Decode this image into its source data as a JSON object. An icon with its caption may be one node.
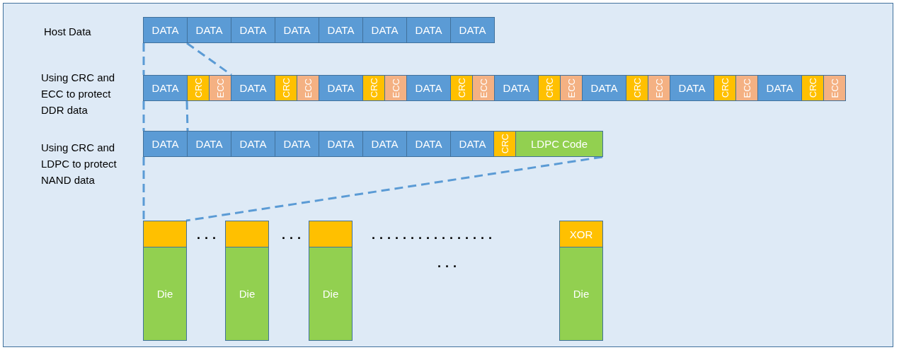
{
  "diagram": {
    "nodes": [
      {
        "text": [
          "DATA"
        ]
      },
      {
        "text": [
          "DATA"
        ]
      },
      {
        "text": [
          "DATA"
        ]
      },
      {
        "text": [
          "DATA"
        ]
      },
      {
        "text": [
          "DATA"
        ]
      },
      {
        "text": [
          "DATA"
        ]
      },
      {
        "text": [
          "DATA"
        ]
      },
      {
        "text": [
          "DATA"
        ]
      },
      {
        "text": [
          "DATA"
        ]
      },
      {
        "text": [
          "CRC"
        ]
      },
      {
        "text": [
          "ECC"
        ]
      },
      {
        "text": [
          "DATA"
        ]
      },
      {
        "text": [
          "CRC"
        ]
      },
      {
        "text": [
          "ECC"
        ]
      },
      {
        "text": [
          "DATA"
        ]
      },
      {
        "text": [
          "CRC"
        ]
      },
      {
        "text": [
          "ECC"
        ]
      },
      {
        "text": [
          "DATA"
        ]
      },
      {
        "text": [
          "CRC"
        ]
      },
      {
        "text": [
          "ECC"
        ]
      },
      {
        "text": [
          "DATA"
        ]
      },
      {
        "text": [
          "CRC"
        ]
      },
      {
        "text": [
          "ECC"
        ]
      },
      {
        "text": [
          "DATA"
        ]
      },
      {
        "text": [
          "CRC"
        ]
      },
      {
        "text": [
          "ECC"
        ]
      },
      {
        "text": [
          "DATA"
        ]
      },
      {
        "text": [
          "CRC"
        ]
      },
      {
        "text": [
          "ECC"
        ]
      },
      {
        "text": [
          "DATA"
        ]
      },
      {
        "text": [
          "CRC"
        ]
      },
      {
        "text": [
          "ECC"
        ]
      },
      {
        "text": [
          "DATA"
        ]
      },
      {
        "text": [
          "DATA"
        ]
      },
      {
        "text": [
          "DATA"
        ]
      },
      {
        "text": [
          "DATA"
        ]
      },
      {
        "text": [
          "DATA"
        ]
      },
      {
        "text": [
          "DATA"
        ]
      },
      {
        "text": [
          "DATA"
        ]
      },
      {
        "text": [
          "DATA"
        ]
      },
      {
        "text": [
          "CRC"
        ]
      },
      {
        "text": [
          "LDPC Code"
        ]
      },
      {
        "text": [],
        "shape": "box"
      },
      {
        "text": [
          "Die"
        ]
      },
      {
        "text": [],
        "shape": "box"
      },
      {
        "text": [
          "Die"
        ]
      },
      {
        "text": [],
        "shape": "box"
      },
      {
        "text": [
          "Die"
        ]
      },
      {
        "text": [
          "XOR"
        ]
      },
      {
        "text": [
          "Die"
        ]
      }
    ],
    "edges": [
      {
        "from": 0,
        "to": 8,
        "arrow": "none",
        "style": "dashed"
      },
      {
        "from": 0,
        "to": 11,
        "arrow": "none",
        "style": "dashed"
      },
      {
        "from": 8,
        "to": 32,
        "arrow": "none",
        "style": "dashed"
      },
      {
        "from": 8,
        "to": 33,
        "arrow": "none",
        "style": "dashed"
      },
      {
        "from": 32,
        "to": 42,
        "arrow": "none",
        "style": "dashed"
      },
      {
        "from": 41,
        "to": 42,
        "arrow": "none",
        "style": "dashed"
      }
    ],
    "labels": [
      "Host Data",
      "Using CRC and ECC to protect DDR data",
      "Using CRC and LDPC to protect NAND data",
      "...",
      "...",
      "................",
      "..."
    ]
  }
}
